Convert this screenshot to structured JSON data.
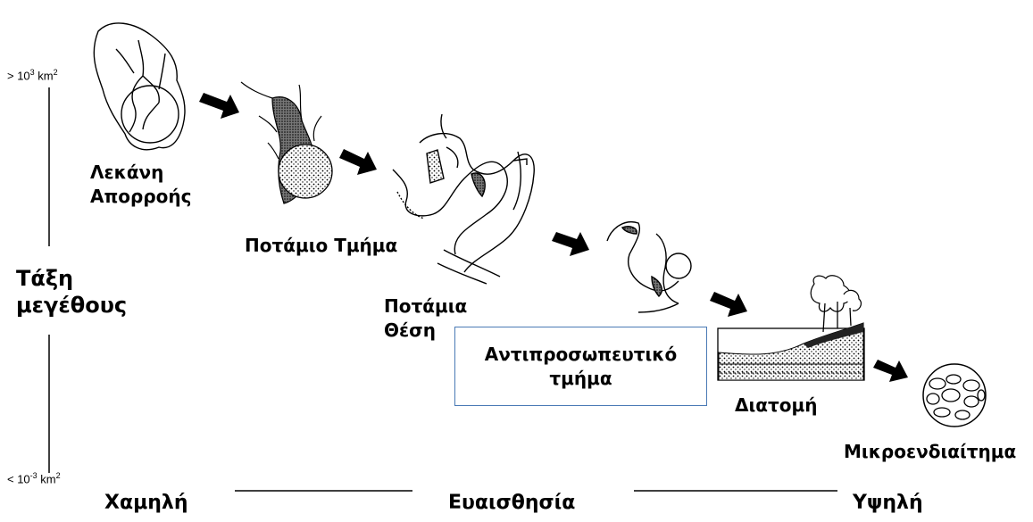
{
  "scale": {
    "top_prefix": "> 10",
    "top_exp": "3",
    "top_unit": " km",
    "top_unit_exp": "2",
    "bottom_prefix": "< 10",
    "bottom_exp": "-3",
    "bottom_unit": " km",
    "bottom_unit_exp": "2"
  },
  "axis_label": {
    "line1": "Τάξη",
    "line2": "μεγέθους"
  },
  "stages": {
    "basin_line1": "Λεκάνη",
    "basin_line2": "Απορροής",
    "segment": "Ποτάμιο Τμήμα",
    "site_line1": "Ποτάμια",
    "site_line2": "Θέση",
    "reach_line1": "Αντιπροσωπευτικό",
    "reach_line2": "τμήμα",
    "cross_section": "Διατομή",
    "microhabitat": "Μικροενδιαίτημα"
  },
  "sensitivity": {
    "low": "Χαμηλή",
    "label": "Ευαισθησία",
    "high": "Υψηλή"
  },
  "colors": {
    "box_border": "#4a7ab5",
    "ink": "#000000"
  }
}
